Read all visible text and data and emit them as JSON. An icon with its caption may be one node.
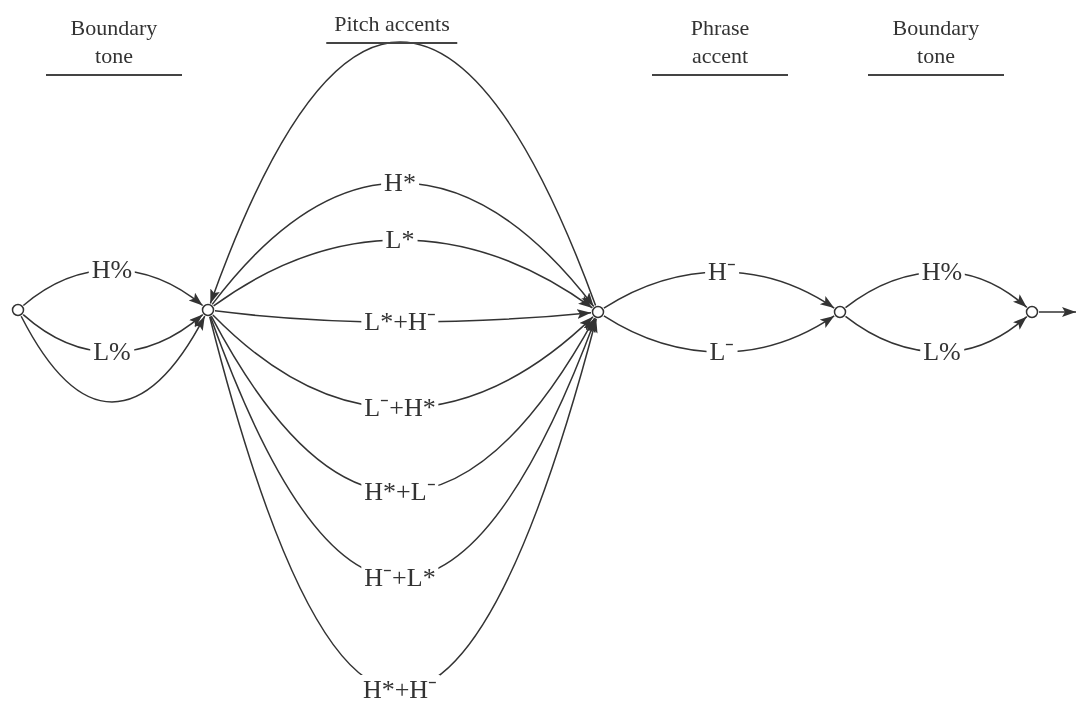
{
  "diagram": {
    "nodes": [
      {
        "text": [],
        "shape": "circle"
      },
      {
        "text": [],
        "shape": "circle"
      },
      {
        "text": [],
        "shape": "circle"
      },
      {
        "text": [],
        "shape": "circle"
      },
      {
        "text": [],
        "shape": "circle"
      }
    ],
    "edges": [
      {
        "from": 0,
        "to": 1,
        "arrow": "to",
        "label": "H%"
      },
      {
        "from": 0,
        "to": 1,
        "arrow": "to",
        "label": "L%"
      },
      {
        "from": 0,
        "to": 1,
        "arrow": "to"
      },
      {
        "from": 2,
        "to": 1,
        "arrow": "to"
      },
      {
        "from": 1,
        "to": 2,
        "arrow": "to",
        "label": "H*"
      },
      {
        "from": 1,
        "to": 2,
        "arrow": "to",
        "label": "L*"
      },
      {
        "from": 1,
        "to": 2,
        "arrow": "to",
        "label": "L*+H⁻"
      },
      {
        "from": 1,
        "to": 2,
        "arrow": "to",
        "label": "L⁻+H*"
      },
      {
        "from": 1,
        "to": 2,
        "arrow": "to",
        "label": "H*+L⁻"
      },
      {
        "from": 1,
        "to": 2,
        "arrow": "to",
        "label": "H⁻+L*"
      },
      {
        "from": 1,
        "to": 2,
        "arrow": "to",
        "label": "H*+H⁻"
      },
      {
        "from": 2,
        "to": 3,
        "arrow": "to",
        "label": "H⁻"
      },
      {
        "from": 2,
        "to": 3,
        "arrow": "to",
        "label": "L⁻"
      },
      {
        "from": 3,
        "to": 4,
        "arrow": "to",
        "label": "H%"
      },
      {
        "from": 3,
        "to": 4,
        "arrow": "to",
        "label": "L%"
      },
      {
        "from": 4,
        "to": null,
        "arrow": "to"
      }
    ],
    "labels": [
      "Boundary tone",
      "Pitch accents",
      "Phrase accent",
      "Boundary tone"
    ]
  }
}
